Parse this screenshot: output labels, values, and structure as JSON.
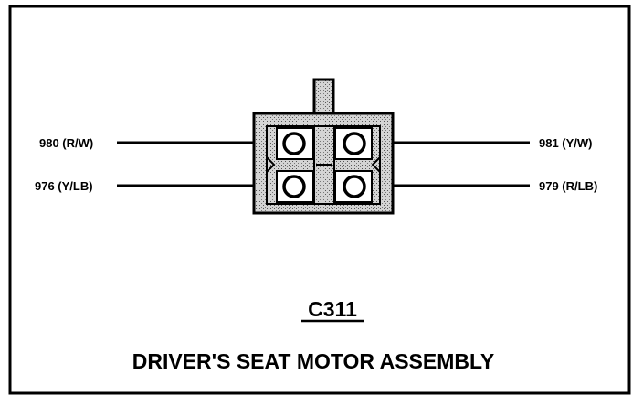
{
  "connector": {
    "id": "C311",
    "title": "DRIVER'S SEAT MOTOR ASSEMBLY"
  },
  "pins": {
    "top_left": "980 (R/W)",
    "bottom_left": "976 (Y/LB)",
    "top_right": "981 (Y/W)",
    "bottom_right": "979 (R/LB)"
  },
  "colors": {
    "line": "#000000",
    "shade": "#c8c8c8",
    "background": "#ffffff"
  }
}
